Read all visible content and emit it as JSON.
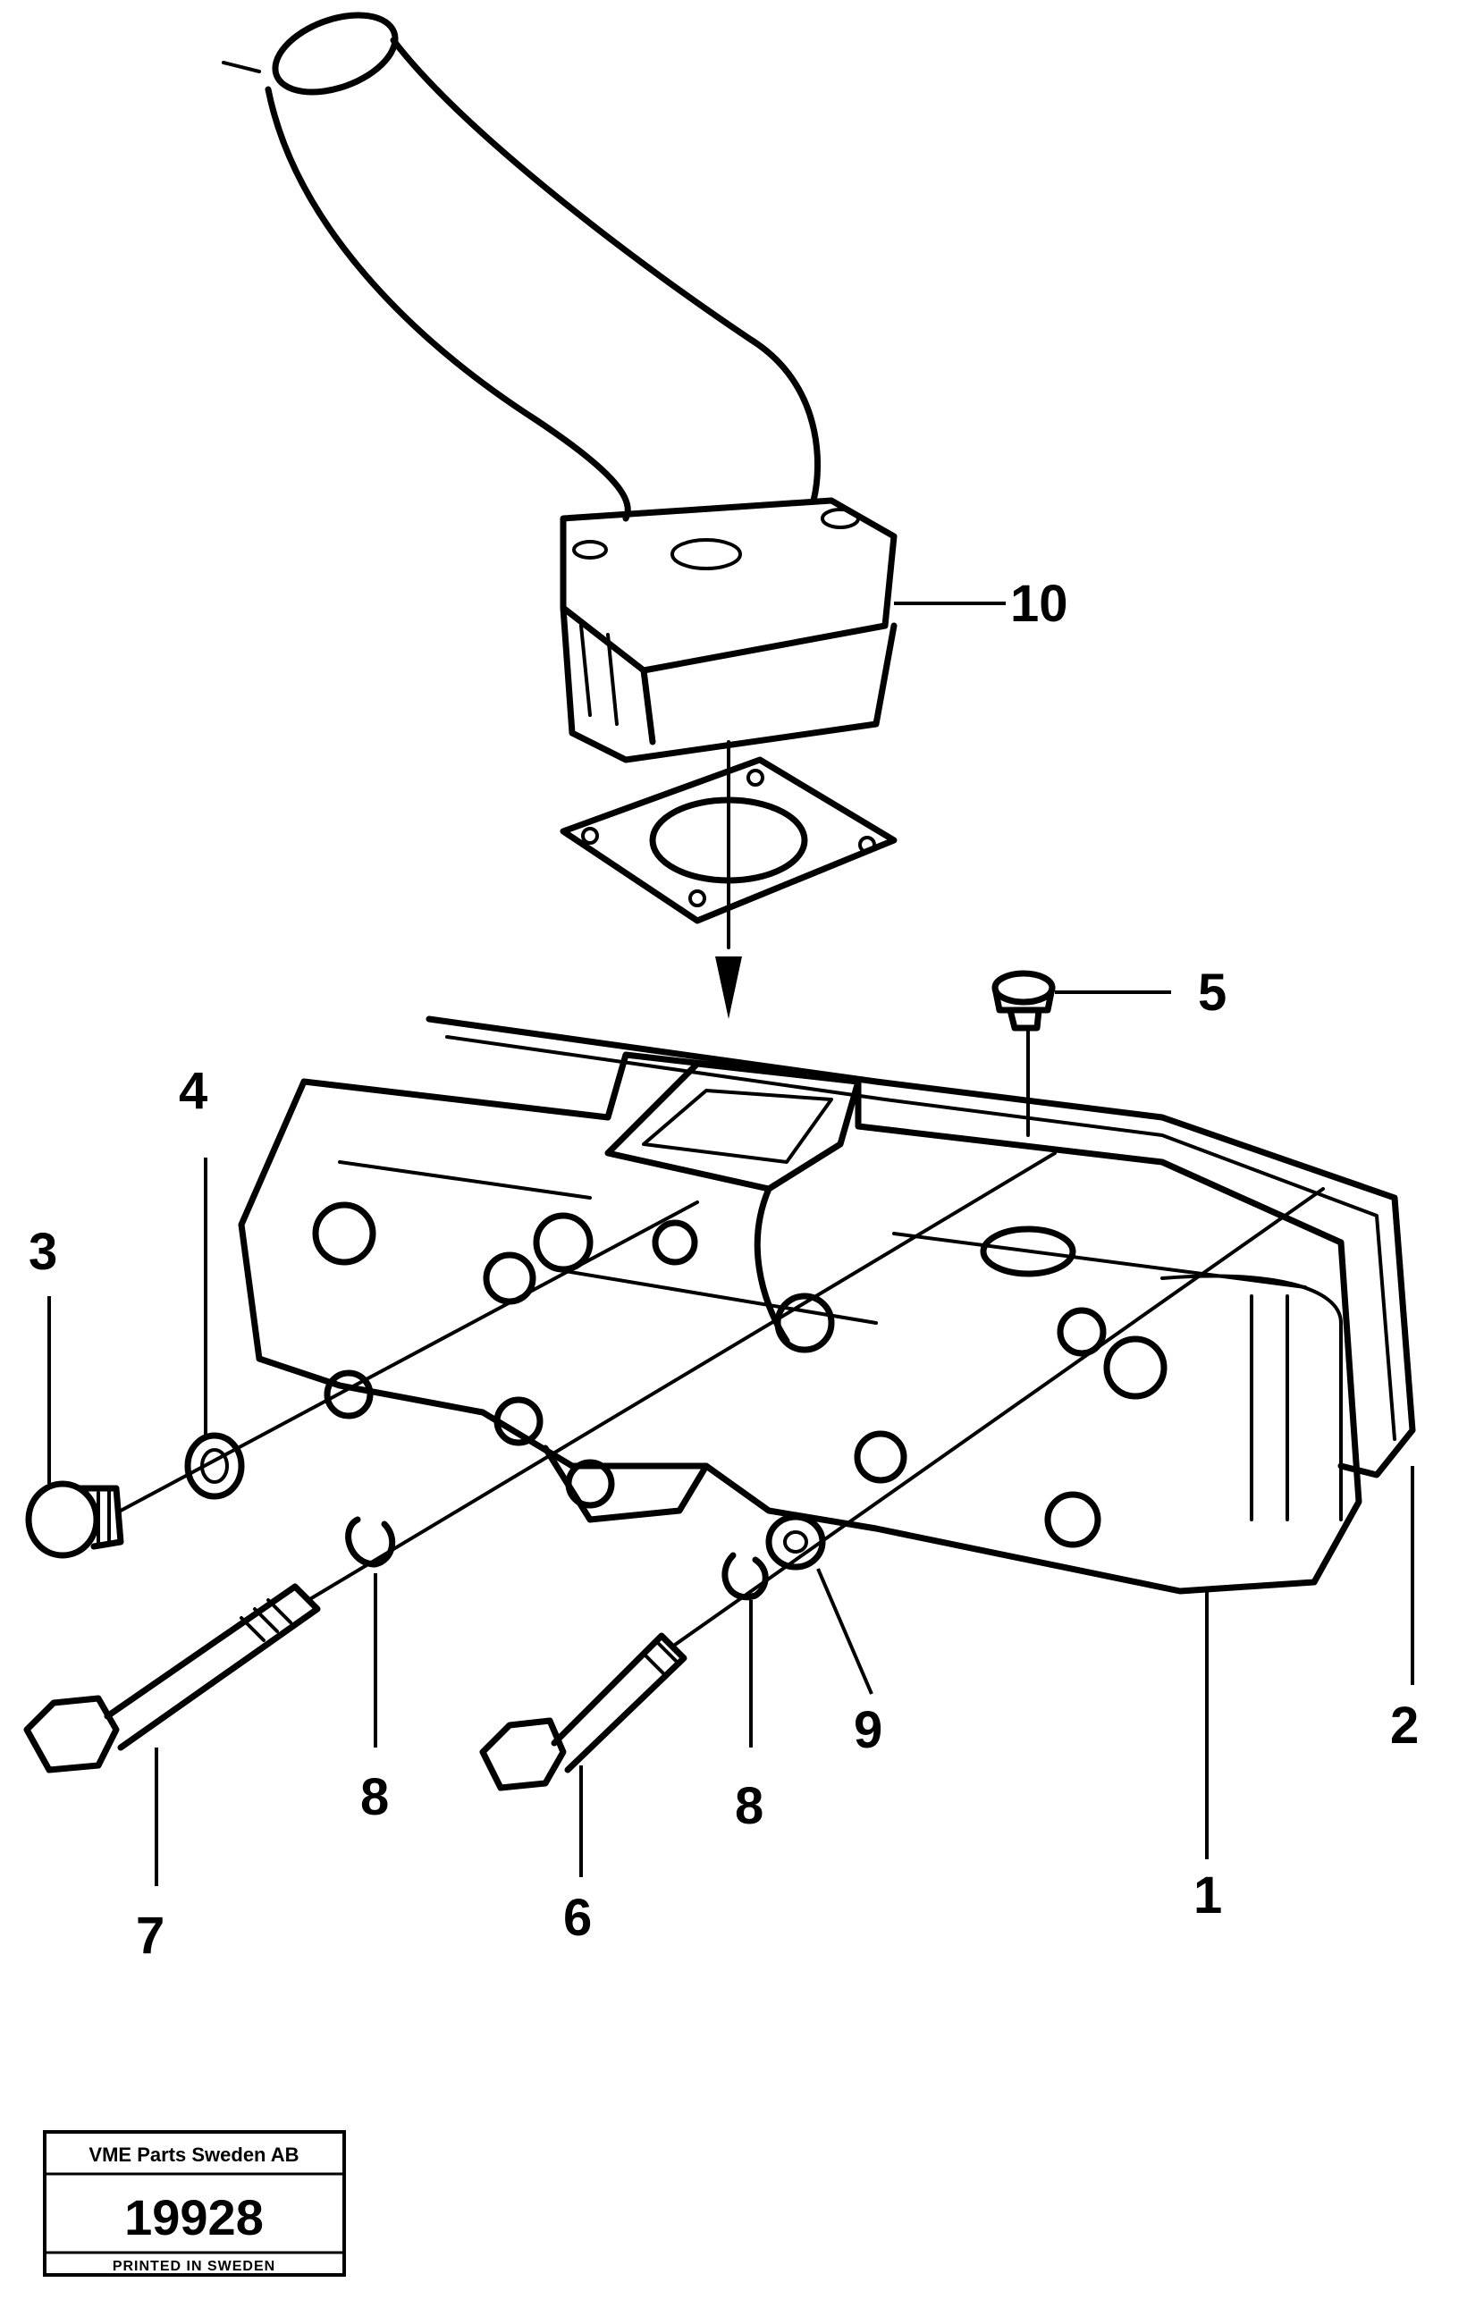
{
  "callouts": [
    "10",
    "5",
    "4",
    "3",
    "2",
    "9",
    "8",
    "8",
    "1",
    "7",
    "6"
  ],
  "stamp": {
    "company": "VME Parts Sweden AB",
    "number": "19928",
    "footer": "PRINTED IN SWEDEN"
  }
}
